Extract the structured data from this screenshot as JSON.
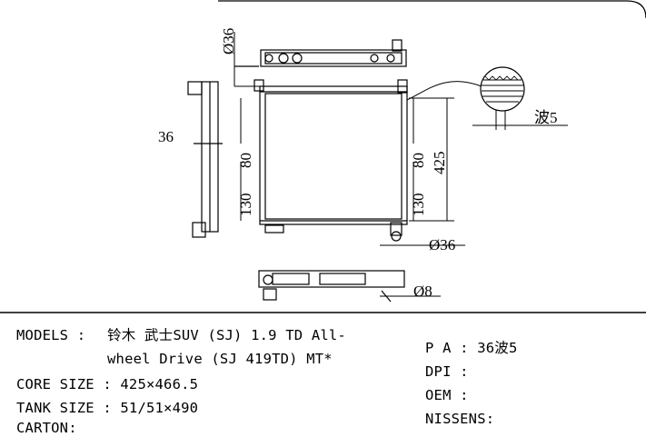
{
  "drawing": {
    "dims": {
      "tube_dia_top": "Ø36",
      "side_width": "36",
      "fin_wave": "波5",
      "upper_80": "80",
      "lower_130": "130",
      "right_80": "80",
      "right_130": "130",
      "height_425": "425",
      "tube_dia_bottom": "Ø36",
      "tube_dia_small": "Ø8"
    }
  },
  "specs": {
    "models_label": "MODELS : ",
    "models_value_1": "铃木 武士SUV (SJ) 1.9 TD All-",
    "models_value_2": "wheel Drive (SJ 419TD) MT*",
    "core_size": "CORE SIZE : 425×466.5",
    "tank_size": "TANK SIZE : 51/51×490",
    "carton": "CARTON:",
    "pa": "P A : 36波5",
    "dpi": "DPI :",
    "oem": "OEM :",
    "nissens": "NISSENS:"
  }
}
